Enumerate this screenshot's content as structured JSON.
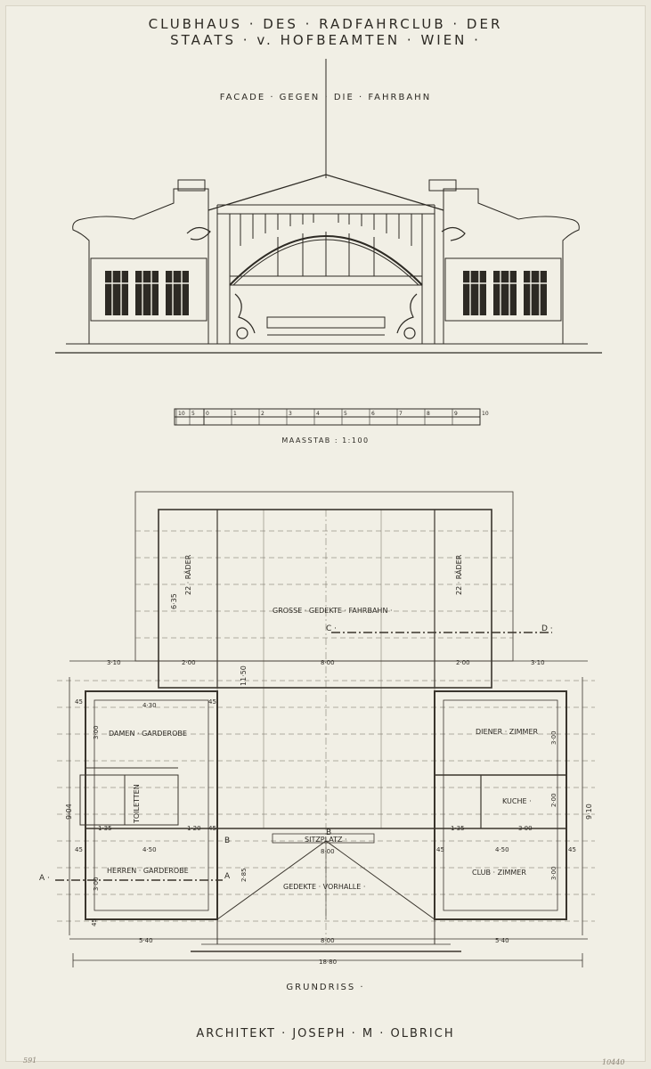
{
  "title_line1": "CLUBHAUS · DES · RADFAHRCLUB · DER",
  "title_line2": "STAATS · v. HOFBEAMTEN · WIEN ·",
  "facade_title": "FACADE · GEGEN · DIE · FAHRBAHN",
  "scale_bar": {
    "label": "MAASSTAB : 1:100",
    "ticks": [
      "10",
      "5",
      "0",
      "1",
      "2",
      "3",
      "4",
      "5",
      "6",
      "7",
      "8",
      "9",
      "10"
    ]
  },
  "plan": {
    "title": "GRUNDRISS ·",
    "rooms": {
      "fahrbahn": "GROSSE · GEDEKTE · FAHRBAHN ·",
      "damen": "DAMEN · GARDEROBE",
      "herren": "HERREN · GARDEROBE",
      "toiletten": "TOILETTEN",
      "diener": "DIENER · ZIMMER",
      "kuche": "KUCHE ·",
      "club": "CLUB · ZIMMER",
      "sitzplatz": "SITZPLATZ ·",
      "vorhalle": "GEDEKTE · VORHALLE ·"
    },
    "side_labels": {
      "left": "22 · RÄDER",
      "right": "22 · RÄDER"
    },
    "section_marks": {
      "a_left": "A ·",
      "a_right": "A",
      "b_top": "B",
      "b_bottom": "B",
      "c": "C ·",
      "d": "D ·"
    },
    "dimensions": {
      "top_3_10_left": "3·10",
      "top_2_00_left": "2·00",
      "top_8_00": "8·00",
      "top_2_00_right": "2·00",
      "top_3_10_right": "3·10",
      "h_6_35": "6·35",
      "h_11_50": "11·50",
      "damen_4_30": "4·30",
      "damen_45_a": "45",
      "damen_45_b": "45",
      "damen_3_00": "3·00",
      "left_9_04": "9·04",
      "t_1_35": "1·35",
      "t_1_20": "1·20",
      "t_45": "45",
      "herren_4_50": "4·50",
      "herren_45": "45",
      "herren_3_00": "3·00",
      "mid_2_85": "2·85",
      "mid_8_00": "8·00",
      "right_9_10": "9·10",
      "diener_3_00": "3·00",
      "kuche_2_00": "2·00",
      "r_1_35": "1·35",
      "r_3_00": "3·00",
      "club_4_50": "4·50",
      "club_45_a": "45",
      "club_45_b": "45",
      "club_3_00": "3·00",
      "bottom_45": "45",
      "bottom_5_40_left": "5·40",
      "bottom_8_00": "8·00",
      "bottom_5_40_right": "5·40",
      "total_18_80": "18·80"
    }
  },
  "architect": "ARCHITEKT · JOSEPH · M · OLBRICH",
  "corner_notes": {
    "left": "591",
    "right": "10440"
  }
}
